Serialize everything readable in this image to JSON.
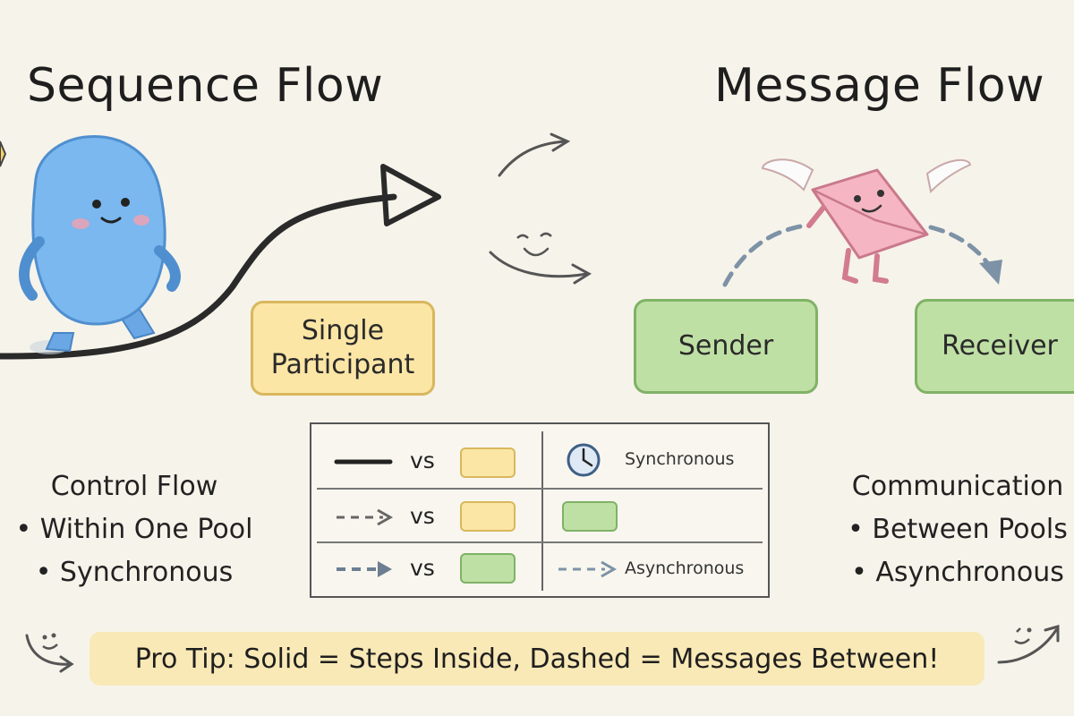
{
  "sequence": {
    "title": "Sequence Flow",
    "box_label_line1": "Single",
    "box_label_line2": "Participant",
    "heading": "Control Flow",
    "bullets": [
      "• Within One Pool",
      "• Synchronous"
    ]
  },
  "message": {
    "title": "Message Flow",
    "sender": "Sender",
    "receiver": "Receiver",
    "heading": "Communication",
    "bullets": [
      "• Between Pools",
      "• Asynchronous"
    ]
  },
  "legend": {
    "rows": [
      {
        "vs": "vs",
        "right_text": "Synchronous"
      },
      {
        "vs": "vs",
        "right_text": ""
      },
      {
        "vs": "vs",
        "right_text": "Asynchronous"
      }
    ]
  },
  "tip": "Pro Tip: Solid = Steps Inside, Dashed = Messages Between!",
  "colors": {
    "yellow_fill": "#fbe6a6",
    "green_fill": "#bfe0a5",
    "blob_blue": "#7ab8ef",
    "envelope_pink": "#f5b5c2",
    "tip_background": "#f9e9b6"
  },
  "icons": [
    "star-icon",
    "blob-character-icon",
    "flying-envelope-icon",
    "clock-icon",
    "smiley-icon"
  ]
}
